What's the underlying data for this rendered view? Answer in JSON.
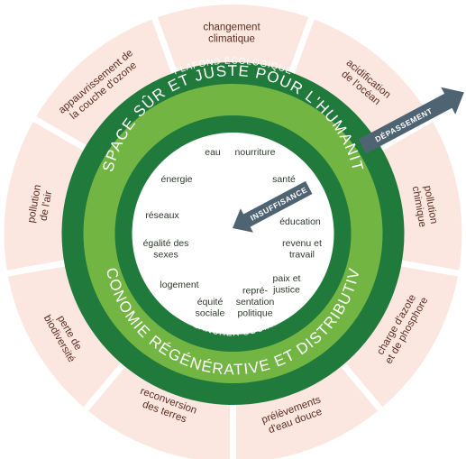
{
  "colors": {
    "outer_bg": "#fbe7df",
    "spoke": "#ffffff",
    "dark_ring": "#1f7a3b",
    "light_band": "#72b543",
    "inner_fill": "#ffffff",
    "arrow": "#4f6473",
    "outer_text": "#5a2e24",
    "inner_text": "#2c3a2c"
  },
  "ceiling_label": "PLAFOND ÉCOLOGIQUE",
  "foundation_label": "PLANCHER SOCIAL",
  "top_band": "ESPACE SÛR ET JUSTE POUR L'HUMANITÉ",
  "bottom_band": "ÉCONOMIE RÉGÉNÉRATIVE ET DISTRIBUTIVE",
  "overshoot_label": "DÉPASSEMENT",
  "shortfall_label": "INSUFFISANCE",
  "ecological": [
    {
      "lines": [
        "changement",
        "climatique"
      ]
    },
    {
      "lines": [
        "acidification",
        "de l'océan"
      ]
    },
    {
      "lines": [
        "pollution",
        "chimique"
      ]
    },
    {
      "lines": [
        "charge d'azote",
        "et de phosphore"
      ]
    },
    {
      "lines": [
        "prélèvements",
        "d'eau douce"
      ]
    },
    {
      "lines": [
        "reconversion",
        "des terres"
      ]
    },
    {
      "lines": [
        "perte de",
        "biodiversité"
      ]
    },
    {
      "lines": [
        "pollution",
        "de l'air"
      ]
    },
    {
      "lines": [
        "appauvrissement de",
        "la couche d'ozone"
      ]
    }
  ],
  "social": [
    {
      "lines": [
        "eau"
      ]
    },
    {
      "lines": [
        "nourriture"
      ]
    },
    {
      "lines": [
        "santé"
      ]
    },
    {
      "lines": [
        "éducation"
      ]
    },
    {
      "lines": [
        "revenu et",
        "travail"
      ]
    },
    {
      "lines": [
        "paix et",
        "justice"
      ]
    },
    {
      "lines": [
        "repré-",
        "sentation",
        "politique"
      ]
    },
    {
      "lines": [
        "équité",
        "sociale"
      ]
    },
    {
      "lines": [
        "logement"
      ]
    },
    {
      "lines": [
        "égalité des",
        "sexes"
      ]
    },
    {
      "lines": [
        "réseaux"
      ]
    },
    {
      "lines": [
        "énergie"
      ]
    }
  ]
}
